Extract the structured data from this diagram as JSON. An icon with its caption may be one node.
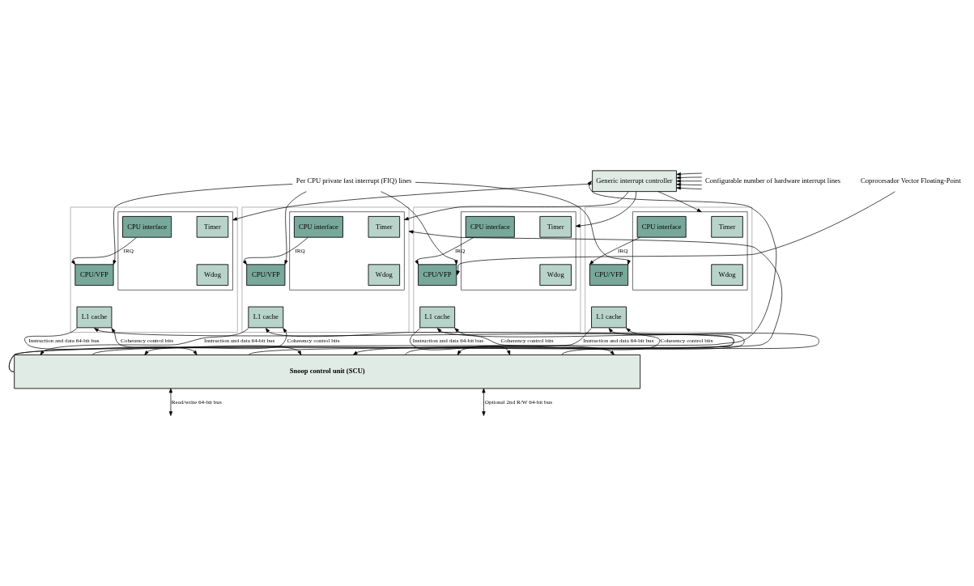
{
  "diagram": {
    "nodes": [
      {
        "text": [
          "Generic interrupt controller"
        ]
      },
      {
        "text": [
          "Configurable number of hardware interrupt lines"
        ]
      },
      {
        "text": [
          "Per CPU private fast interrupt (FIQ) lines"
        ]
      },
      {
        "text": [
          "Coprocesador Vector Floating-Point"
        ]
      },
      {
        "text": [],
        "shape": "box"
      },
      {
        "text": [],
        "shape": "box",
        "in": 4
      },
      {
        "text": [
          "Timer"
        ],
        "in": 5
      },
      {
        "text": [
          "Wdog"
        ],
        "in": 5
      },
      {
        "text": [
          "CPU interface"
        ],
        "in": 5
      },
      {
        "text": [
          "CPU/VFP"
        ],
        "in": 4
      },
      {
        "text": [
          "L1 cache"
        ],
        "in": 4
      },
      {
        "text": [],
        "shape": "box"
      },
      {
        "text": [],
        "shape": "box",
        "in": 11
      },
      {
        "text": [
          "Timer"
        ],
        "in": 12
      },
      {
        "text": [
          "Wdog"
        ],
        "in": 12
      },
      {
        "text": [
          "CPU interface"
        ],
        "in": 12
      },
      {
        "text": [
          "CPU/VFP"
        ],
        "in": 11
      },
      {
        "text": [
          "L1 cache"
        ],
        "in": 11
      },
      {
        "text": [],
        "shape": "box"
      },
      {
        "text": [],
        "shape": "box",
        "in": 18
      },
      {
        "text": [
          "Timer"
        ],
        "in": 19
      },
      {
        "text": [
          "Wdog"
        ],
        "in": 19
      },
      {
        "text": [
          "CPU interface"
        ],
        "in": 19
      },
      {
        "text": [
          "CPU/VFP"
        ],
        "in": 18
      },
      {
        "text": [
          "L1 cache"
        ],
        "in": 18
      },
      {
        "text": [],
        "shape": "box"
      },
      {
        "text": [],
        "shape": "box",
        "in": 25
      },
      {
        "text": [
          "Timer"
        ],
        "in": 26
      },
      {
        "text": [
          "Wdog"
        ],
        "in": 26
      },
      {
        "text": [
          "CPU interface"
        ],
        "in": 26
      },
      {
        "text": [
          "CPU/VFP"
        ],
        "in": 25
      },
      {
        "text": [
          "L1 cache"
        ],
        "in": 25
      },
      {
        "text": [
          "Snoop control unit (SCU)"
        ]
      }
    ],
    "edges": [
      {
        "from": 1,
        "to": 0,
        "arrow": "to"
      },
      {
        "from": 1,
        "to": 0,
        "arrow": "to"
      },
      {
        "from": 1,
        "to": 0,
        "arrow": "to"
      },
      {
        "from": 1,
        "to": 0,
        "arrow": "to"
      },
      {
        "from": 1,
        "to": 0,
        "arrow": "to"
      },
      {
        "from": 0,
        "to": 5,
        "arrow": "to"
      },
      {
        "from": 0,
        "to": 12,
        "arrow": "to"
      },
      {
        "from": 0,
        "to": 19,
        "arrow": "to"
      },
      {
        "from": 0,
        "to": 26,
        "arrow": "to"
      },
      {
        "from": 8,
        "to": 9,
        "arrow": "to",
        "label": "IRQ"
      },
      {
        "from": 15,
        "to": 16,
        "arrow": "to",
        "label": "IRQ"
      },
      {
        "from": 22,
        "to": 23,
        "arrow": "to",
        "label": "IRQ"
      },
      {
        "from": 29,
        "to": 30,
        "arrow": "to",
        "label": "IRQ"
      },
      {
        "from": 2,
        "to": 9,
        "arrow": "to"
      },
      {
        "from": 2,
        "to": 16,
        "arrow": "to"
      },
      {
        "from": 2,
        "to": 23,
        "arrow": "to"
      },
      {
        "from": 2,
        "to": 30,
        "arrow": "to"
      },
      {
        "from": 3,
        "to": 30,
        "arrow": "to"
      },
      {
        "from": 10,
        "to": 32,
        "arrow": "to",
        "label": "Instruction and data 64-bit bus"
      },
      {
        "from": 32,
        "to": 10,
        "arrow": "to"
      },
      {
        "from": 10,
        "to": 32,
        "arrow": "both",
        "label": "Coherency control bits"
      },
      {
        "from": 17,
        "to": 32,
        "arrow": "to",
        "label": "Instruction and data 64-bit bus"
      },
      {
        "from": 32,
        "to": 17,
        "arrow": "to"
      },
      {
        "from": 17,
        "to": 32,
        "arrow": "both",
        "label": "Coherency control bits"
      },
      {
        "from": 24,
        "to": 32,
        "arrow": "to",
        "label": "Instruction and data 64-bit bus"
      },
      {
        "from": 32,
        "to": 24,
        "arrow": "to"
      },
      {
        "from": 24,
        "to": 32,
        "arrow": "both",
        "label": "Coherency control bits"
      },
      {
        "from": 31,
        "to": 32,
        "arrow": "to",
        "label": "Instruction and data 64-bit bus"
      },
      {
        "from": 32,
        "to": 31,
        "arrow": "to"
      },
      {
        "from": 31,
        "to": 32,
        "arrow": "both",
        "label": "Coherency control bits"
      },
      {
        "from": 32,
        "to": 0,
        "arrow": "to"
      },
      {
        "from": 32,
        "to": 4,
        "arrow": "to"
      },
      {
        "from": 32,
        "to": null,
        "arrow": "both",
        "label": "Read/write 64-bit bus"
      },
      {
        "from": 32,
        "to": null,
        "arrow": "both",
        "label": "Optional 2nd R/W 64-bit bus"
      }
    ]
  }
}
